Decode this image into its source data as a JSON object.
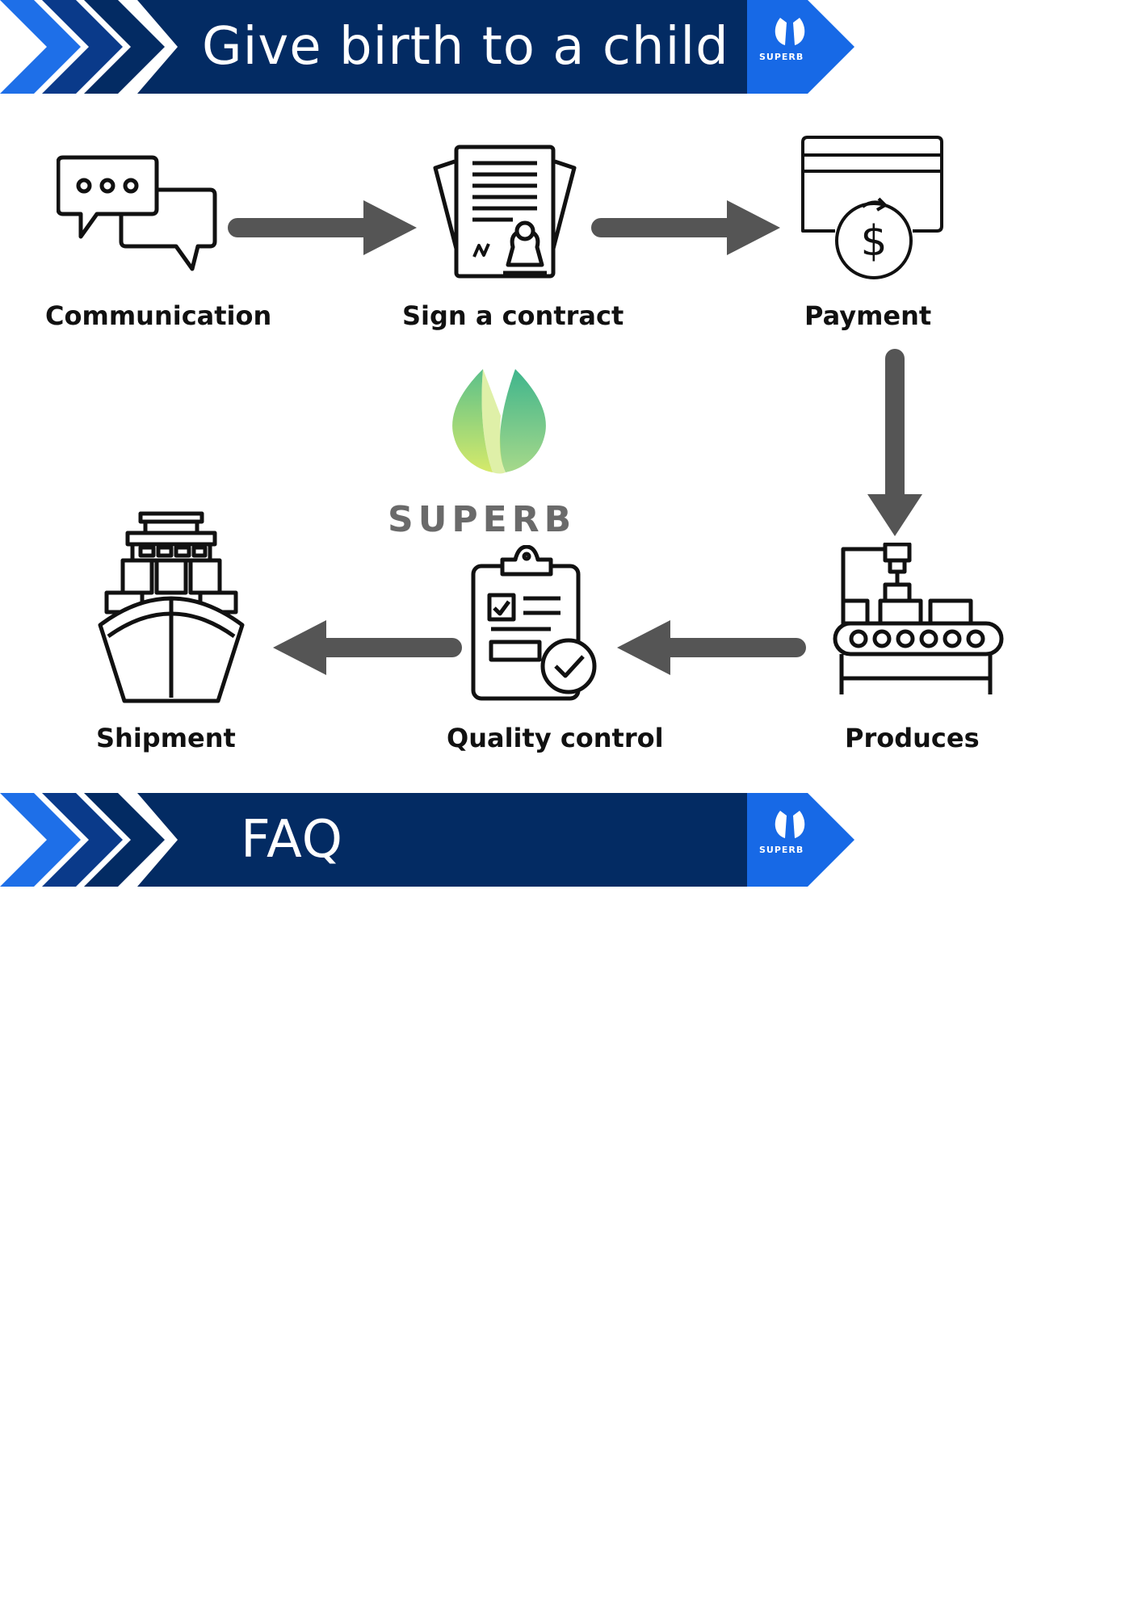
{
  "banner_top": {
    "title": "Give birth to a child",
    "logo_text": "SUPERB"
  },
  "process": {
    "steps": [
      {
        "label": "Communication",
        "icon": "chat-bubbles-icon"
      },
      {
        "label": "Sign a contract",
        "icon": "contract-stamp-icon"
      },
      {
        "label": "Payment",
        "icon": "card-payment-icon"
      },
      {
        "label": "Produces",
        "icon": "conveyor-production-icon"
      },
      {
        "label": "Quality control",
        "icon": "clipboard-check-icon"
      },
      {
        "label": "Shipment",
        "icon": "cargo-ship-icon"
      }
    ]
  },
  "center_logo": {
    "text": "SUPERB"
  },
  "banner_faq": {
    "title": "FAQ",
    "logo_text": "SUPERB"
  },
  "colors": {
    "banner_navy": "#032b63",
    "chevron_blue": "#1e6fe8",
    "logo_blue": "#1769e6",
    "arrow_gray": "#555555",
    "logo_text_gray": "#6a6a6a"
  }
}
